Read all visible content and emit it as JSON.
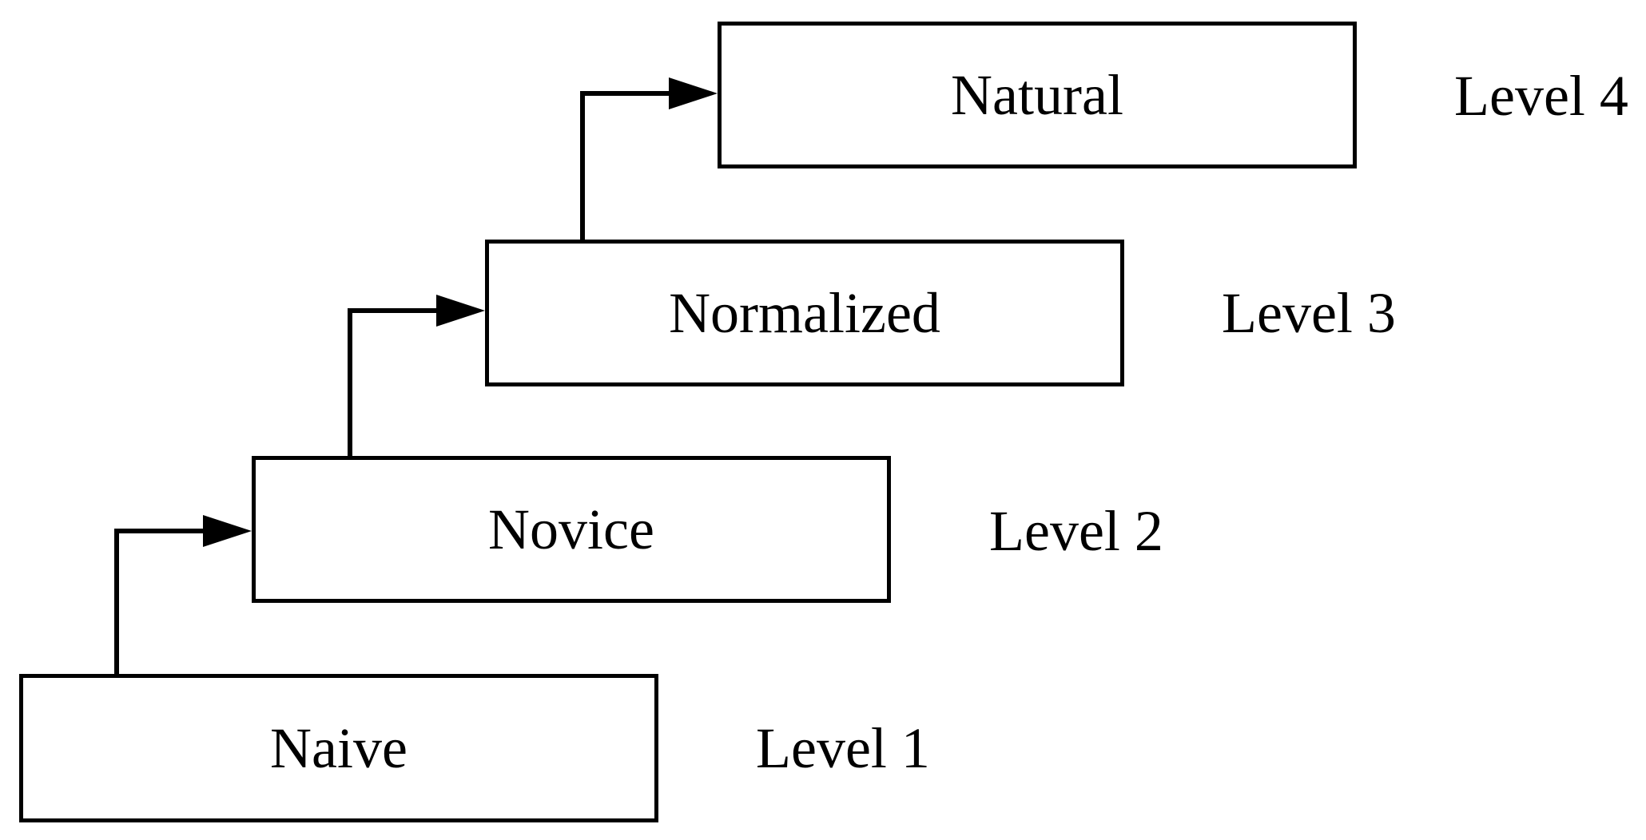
{
  "stages": [
    {
      "label": "Naive",
      "level": "Level 1"
    },
    {
      "label": "Novice",
      "level": "Level 2"
    },
    {
      "label": "Normalized",
      "level": "Level 3"
    },
    {
      "label": "Natural",
      "level": "Level 4"
    }
  ],
  "colors": {
    "stroke": "#000000",
    "background": "#ffffff",
    "text": "#000000"
  }
}
